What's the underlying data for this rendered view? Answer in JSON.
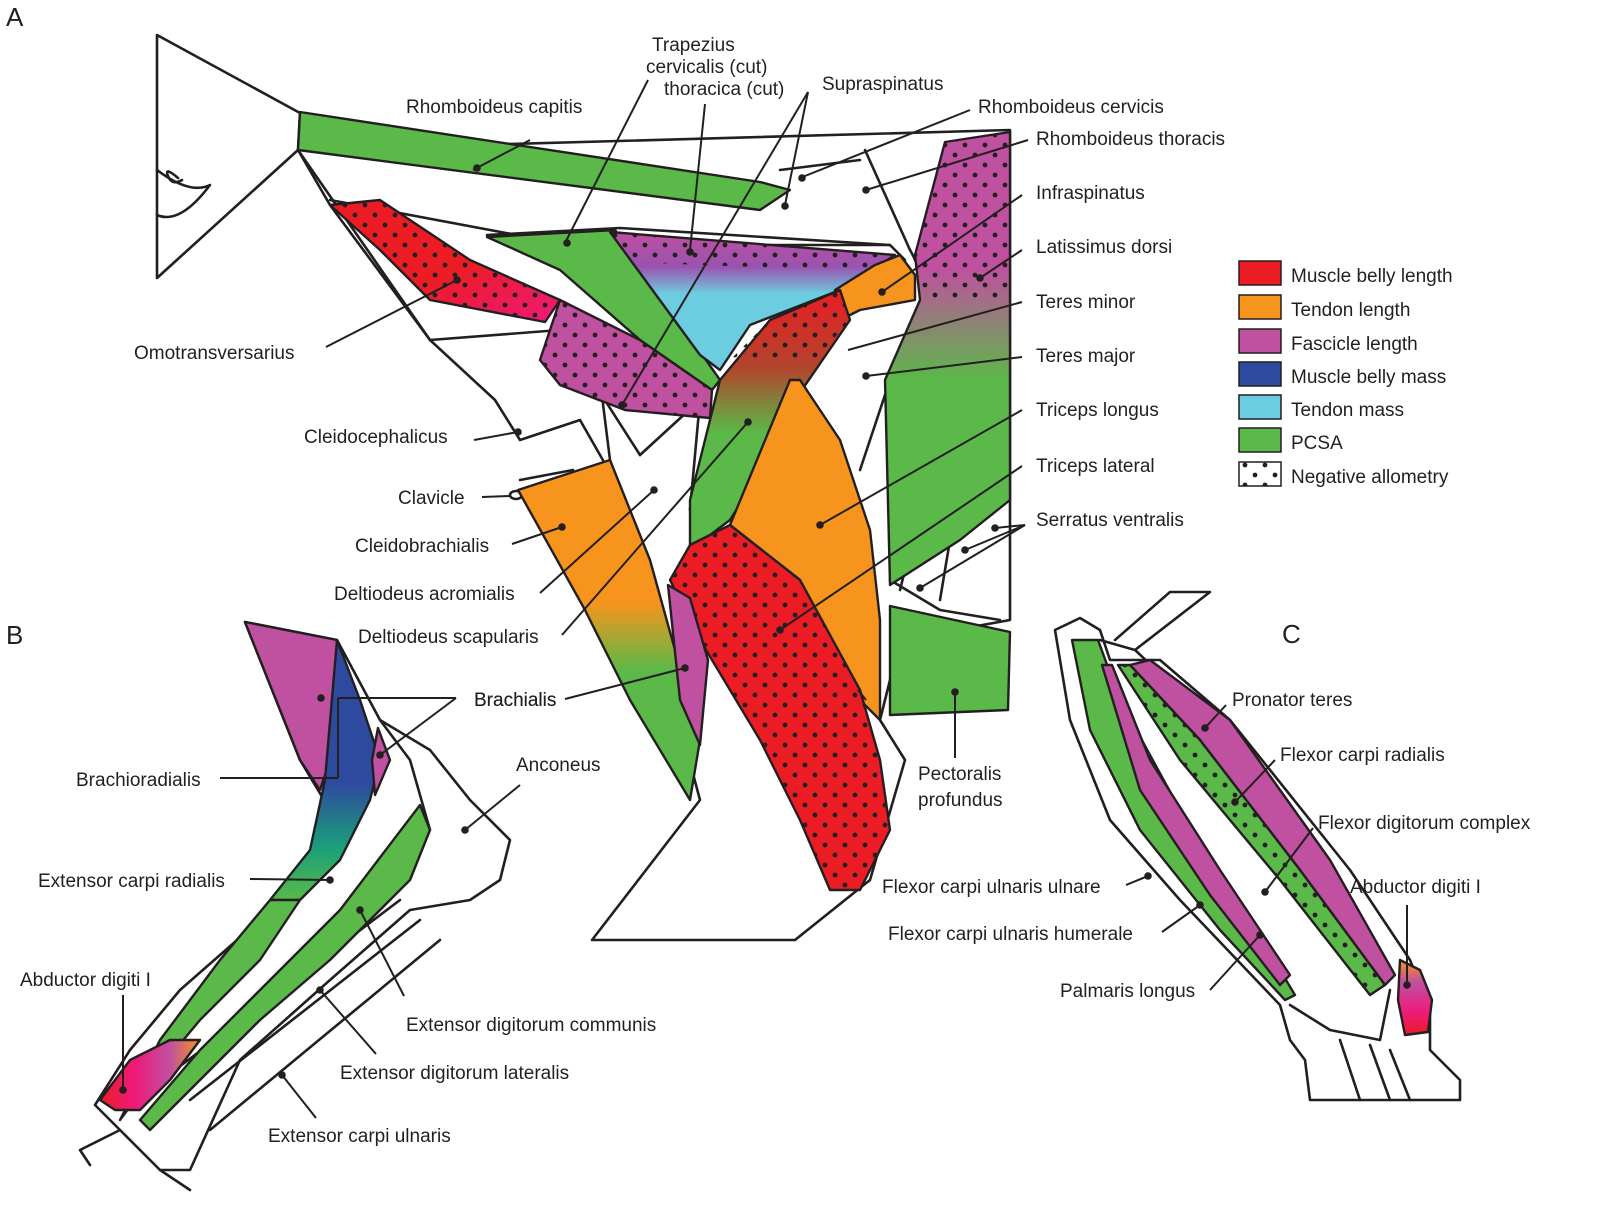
{
  "panels": {
    "a": "A",
    "b": "B",
    "c": "C"
  },
  "colors": {
    "belly_length": "#ec1c24",
    "tendon_length": "#f7941d",
    "fascicle_length": "#c050a0",
    "belly_mass": "#2e4a9e",
    "tendon_mass": "#6dcde0",
    "pcsa": "#5ab948",
    "magenta": "#ee1a7a",
    "ink": "#231f20"
  },
  "legend": [
    {
      "label": "Muscle belly length",
      "color": "#ec1c24",
      "pattern": "solid"
    },
    {
      "label": "Tendon length",
      "color": "#f7941d",
      "pattern": "solid"
    },
    {
      "label": "Fascicle length",
      "color": "#c050a0",
      "pattern": "solid"
    },
    {
      "label": "Muscle belly mass",
      "color": "#2e4a9e",
      "pattern": "solid"
    },
    {
      "label": "Tendon mass",
      "color": "#6dcde0",
      "pattern": "solid"
    },
    {
      "label": "PCSA",
      "color": "#5ab948",
      "pattern": "solid"
    },
    {
      "label": "Negative allometry",
      "color": "#ffffff",
      "pattern": "dots"
    }
  ],
  "labels": {
    "a": {
      "trapezius_1": "Trapezius",
      "trapezius_2": "cervicalis (cut)",
      "trapezius_3": "thoracica (cut)",
      "supraspinatus": "Supraspinatus",
      "rhomboideus_capitis": "Rhomboideus capitis",
      "rhomboideus_cervicis": "Rhomboideus cervicis",
      "rhomboideus_thoracis": "Rhomboideus thoracis",
      "infraspinatus": "Infraspinatus",
      "latissimus_dorsi": "Latissimus dorsi",
      "teres_minor": "Teres minor",
      "teres_major": "Teres major",
      "triceps_longus": "Triceps longus",
      "triceps_lateral": "Triceps lateral",
      "serratus_ventralis": "Serratus ventralis",
      "omotransversarius": "Omotransversarius",
      "cleidocephalicus": "Cleidocephalicus",
      "clavicle": "Clavicle",
      "cleidobrachialis": "Cleidobrachialis",
      "deltiodeus_acromialis": "Deltiodeus acromialis",
      "deltiodeus_scapularis": "Deltiodeus scapularis",
      "brachialis": "Brachialis",
      "pectoralis_1": "Pectoralis",
      "pectoralis_2": "profundus"
    },
    "b": {
      "brachioradialis": "Brachioradialis",
      "anconeus": "Anconeus",
      "extensor_carpi_radialis": "Extensor carpi radialis",
      "abductor_digiti": "Abductor digiti I",
      "extensor_digitorum_communis": "Extensor digitorum communis",
      "extensor_digitorum_lateralis": "Extensor digitorum lateralis",
      "extensor_carpi_ulnaris": "Extensor carpi ulnaris"
    },
    "c": {
      "pronator_teres": "Pronator teres",
      "flexor_carpi_radialis": "Flexor carpi radialis",
      "flexor_digitorum_complex": "Flexor digitorum complex",
      "abductor_digiti": "Abductor digiti I",
      "fcu_ulnare": "Flexor carpi ulnaris ulnare",
      "fcu_humerale": "Flexor carpi ulnaris humerale",
      "palmaris_longus": "Palmaris longus"
    }
  }
}
